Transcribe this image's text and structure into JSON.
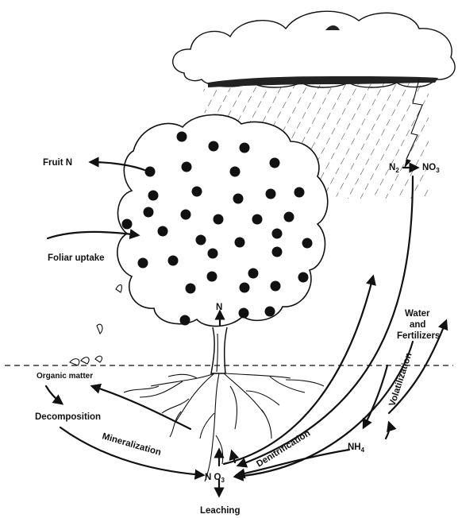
{
  "labels": {
    "fruit": "Fruit N",
    "foliar": "Foliar uptake",
    "n_top": "N",
    "n2": "N",
    "n2_sub": "2",
    "no3_top": "NO",
    "no3_top_sub": "3",
    "water": "Water",
    "and": "and",
    "fertilizers": "Fertilizers",
    "volatilization": "Volatilization",
    "organic": "Organic matter",
    "decomposition": "Decomposition",
    "mineralization": "Mineralization",
    "denitrification": "Denitrification",
    "nh4": "NH",
    "nh4_sub": "4",
    "no3_bottom": "N O",
    "no3_bottom_sub": "3",
    "leaching": "Leaching"
  },
  "colors": {
    "ink": "#111111",
    "paper": "#ffffff"
  }
}
